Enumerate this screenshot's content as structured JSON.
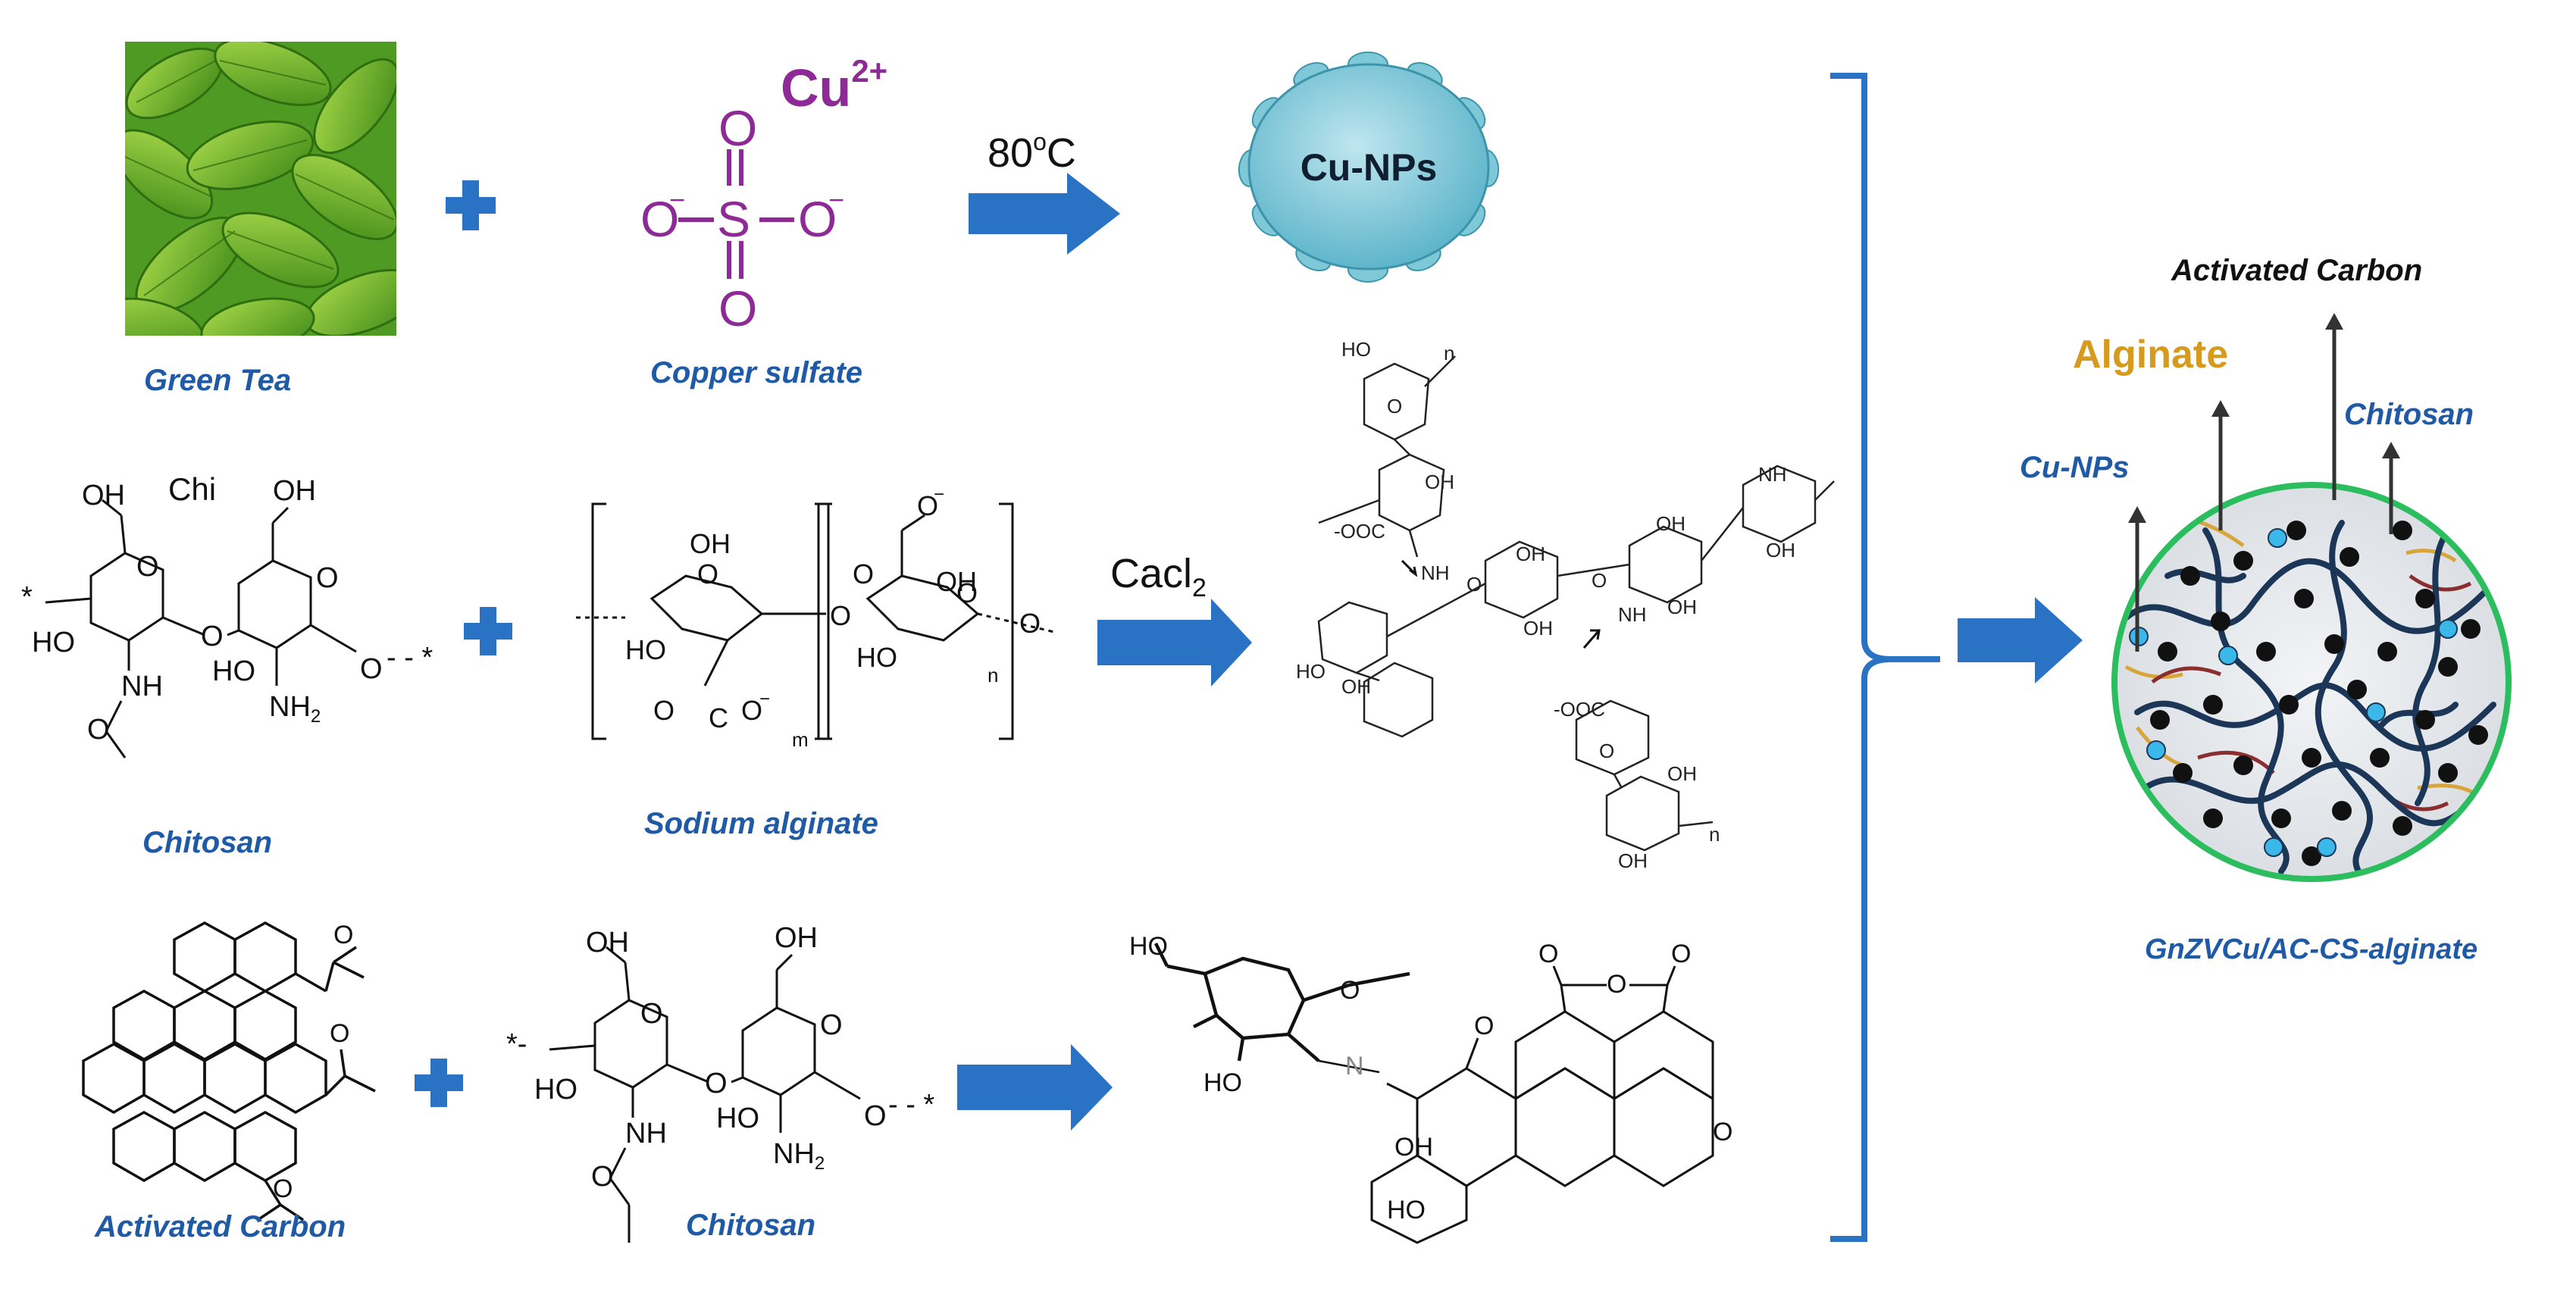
{
  "labels": {
    "green_tea": "Green Tea",
    "copper_sulfate": "Copper sulfate",
    "cu_ion": "Cu",
    "cu_charge": "2+",
    "temperature": "80",
    "temperature_sup": "o",
    "temperature_unit": "C",
    "cu_nps_particle": "Cu-NPs",
    "chitosan_1": "Chitosan",
    "chi_abbrev": "Chi",
    "sodium_alginate": "Sodium alginate",
    "cacl2": "Cacl",
    "cacl2_sub": "2",
    "activated_carbon": "Activated Carbon",
    "chitosan_2": "Chitosan",
    "product_activated_carbon": "Activated Carbon",
    "product_alginate": "Alginate",
    "product_chitosan": "Chitosan",
    "product_cu_nps": "Cu-NPs",
    "product_name": "GnZVCu/AC-CS-alginate"
  },
  "colors": {
    "label_blue": "#1f5aa6",
    "arrow_blue": "#2a73c4",
    "sulfate_purple": "#8e2a96",
    "alginate_gold": "#d69a1c",
    "bead_border": "#2bbd5e",
    "particle_cyan": "#7fc8d8",
    "cu_dot": "#3ab8ea"
  },
  "icons": [
    "plus-icon",
    "reaction-arrow-icon",
    "bracket-icon",
    "leaf-image",
    "nanoparticle-icon",
    "bead-composite-icon"
  ]
}
